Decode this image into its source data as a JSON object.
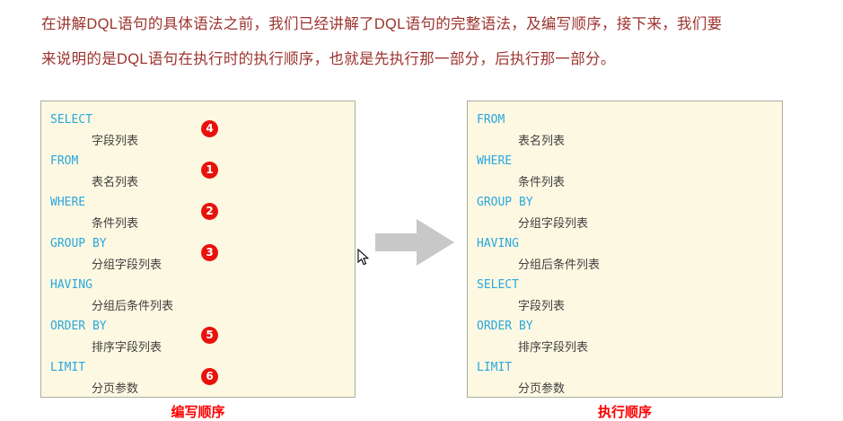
{
  "intro": {
    "line1": "在讲解DQL语句的具体语法之前，我们已经讲解了DQL语句的完整语法，及编写顺序，接下来，我们要",
    "line2": "来说明的是DQL语句在执行时的执行顺序，也就是先执行那一部分，后执行那一部分。"
  },
  "colors": {
    "intro_text": "#9c332e",
    "keyword_blue": "#2aa7df",
    "box_background": "#fdf8e1",
    "box_border": "#aeaea0",
    "badge_red": "#e8120c",
    "badge_text": "#ffffff",
    "caption_red": "#fe0000",
    "arrow_gray": "#c8c8c8"
  },
  "writing_order": {
    "caption": "编写顺序",
    "items": [
      {
        "keyword": "SELECT",
        "detail": "字段列表",
        "badge": "4"
      },
      {
        "keyword": "FROM",
        "detail": "表名列表",
        "badge": "1"
      },
      {
        "keyword": "WHERE",
        "detail": "条件列表",
        "badge": "2"
      },
      {
        "keyword": "GROUP BY",
        "detail": "分组字段列表",
        "badge": "3"
      },
      {
        "keyword": "HAVING",
        "detail": "分组后条件列表",
        "badge": ""
      },
      {
        "keyword": "ORDER BY",
        "detail": "排序字段列表",
        "badge": "5"
      },
      {
        "keyword": "LIMIT",
        "detail": "分页参数",
        "badge": "6"
      }
    ]
  },
  "execution_order": {
    "caption": "执行顺序",
    "items": [
      {
        "keyword": "FROM",
        "detail": "表名列表"
      },
      {
        "keyword": "WHERE",
        "detail": "条件列表"
      },
      {
        "keyword": "GROUP BY",
        "detail": "分组字段列表"
      },
      {
        "keyword": "HAVING",
        "detail": "分组后条件列表"
      },
      {
        "keyword": "SELECT",
        "detail": "字段列表"
      },
      {
        "keyword": "ORDER BY",
        "detail": "排序字段列表"
      },
      {
        "keyword": "LIMIT",
        "detail": "分页参数"
      }
    ]
  }
}
